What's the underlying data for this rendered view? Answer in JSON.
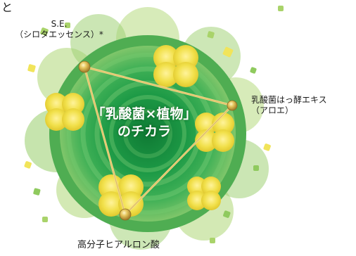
{
  "corner_char": "と",
  "top_label": {
    "line1": "S.E.",
    "line2": "（シロタエッセンス）*"
  },
  "right_label": {
    "line1": "乳酸菌はっ酵エキス",
    "line2": "（アロエ）"
  },
  "bottom_label": "高分子ヒアルロン酸",
  "center": {
    "line1": "「乳酸菌×植物」",
    "line2": "のチカラ"
  },
  "colors": {
    "dark_green": "#1f8a3c",
    "mid_green": "#5fb84e",
    "light_green": "#a9d36a",
    "yellow": "#f1e45a",
    "gold": "#c9a845"
  }
}
